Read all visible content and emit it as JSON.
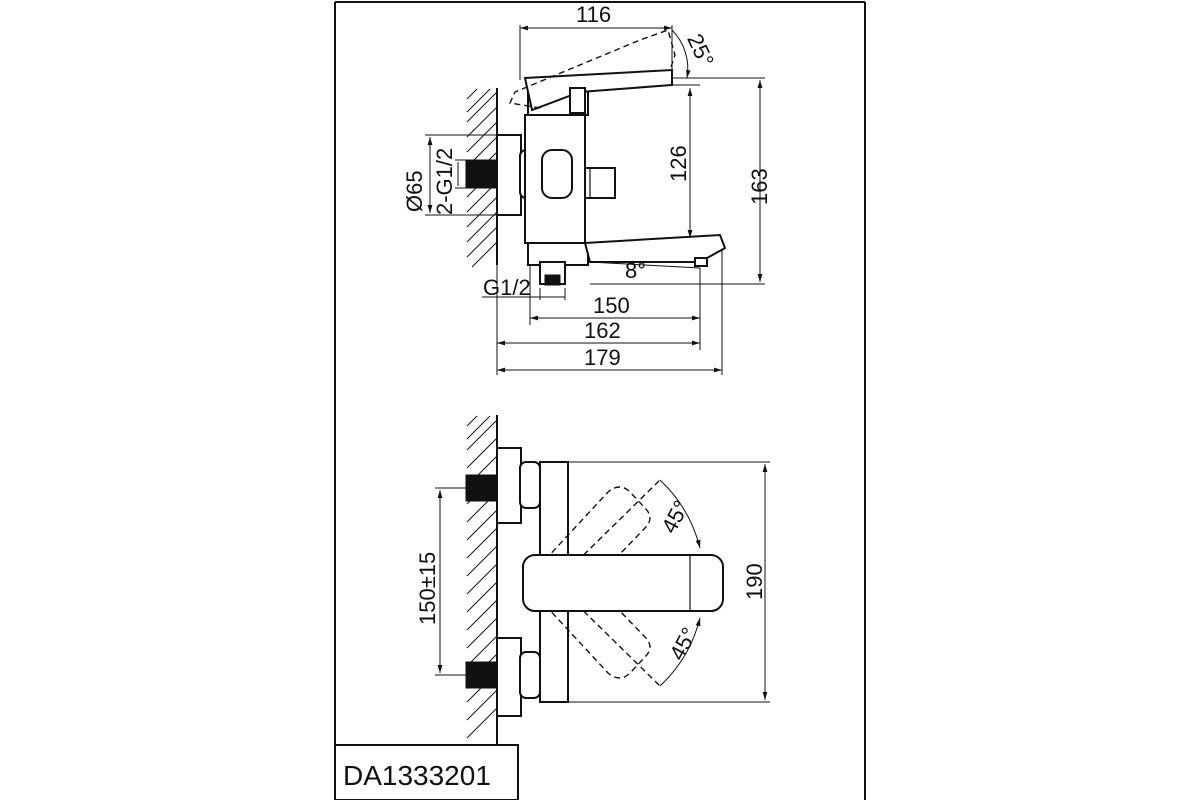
{
  "drawing": {
    "model_code": "DA1333201",
    "side_view": {
      "width_top": "116",
      "lever_angle": "25°",
      "height_mid": "126",
      "height_total": "163",
      "flange_diameter": "Ø65",
      "inlet_thread": "2-G1/2",
      "outlet_thread": "G1/2",
      "spout_angle": "8°",
      "depth_150": "150",
      "depth_162": "162",
      "depth_179": "179"
    },
    "top_view": {
      "center_distance": "150±15",
      "rotation_upper": "45°",
      "rotation_lower": "45°",
      "body_width": "190"
    }
  }
}
